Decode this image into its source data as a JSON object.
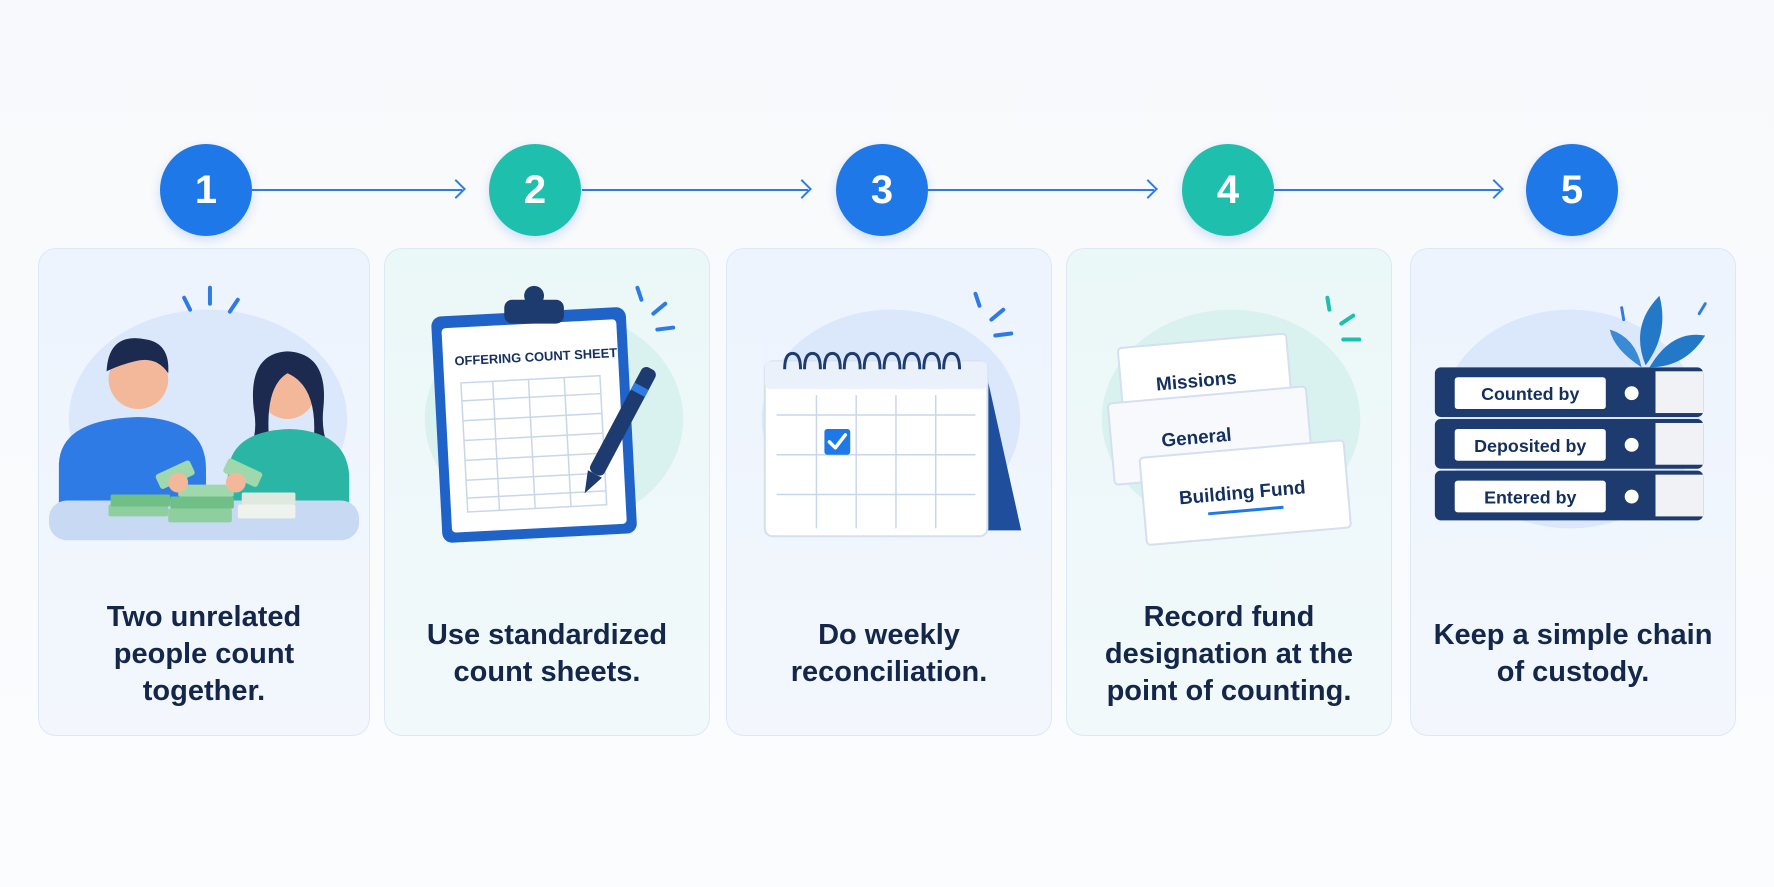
{
  "steps": [
    {
      "number": "1",
      "caption": "Two unrelated people count together.",
      "accent": "#1f78e8"
    },
    {
      "number": "2",
      "caption": "Use standardized count sheets.",
      "accent": "#1fbfae",
      "sheet_title": "OFFERING COUNT SHEET"
    },
    {
      "number": "3",
      "caption": "Do weekly reconciliation.",
      "accent": "#1f78e8"
    },
    {
      "number": "4",
      "caption": "Record fund designation at the point of counting.",
      "accent": "#1fbfae",
      "envelopes": [
        "Missions",
        "General",
        "Building Fund"
      ]
    },
    {
      "number": "5",
      "caption": "Keep a simple chain of custody.",
      "accent": "#1f78e8",
      "binders": [
        "Counted by",
        "Deposited by",
        "Entered by"
      ]
    }
  ],
  "icons": [
    "two-people-counting-money-icon",
    "clipboard-count-sheet-icon",
    "calendar-check-icon",
    "fund-envelopes-icon",
    "binders-stack-icon"
  ],
  "colors": {
    "blue": "#1f78e8",
    "teal": "#1fbfae",
    "navy": "#1d3b6e",
    "text": "#14264a"
  }
}
